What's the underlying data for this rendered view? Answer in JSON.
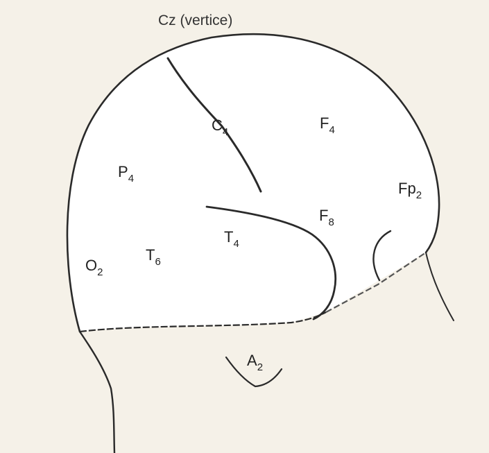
{
  "colors": {
    "background": "#f5f1e8",
    "head_fill": "#ffffff",
    "stroke": "#2a2a2a"
  },
  "labels": {
    "vertex": "Cz (vertice)",
    "c4": {
      "main": "C",
      "sub": "4"
    },
    "f4": {
      "main": "F",
      "sub": "4"
    },
    "p4": {
      "main": "P",
      "sub": "4"
    },
    "fp2": {
      "main": "Fp",
      "sub": "2"
    },
    "f8": {
      "main": "F",
      "sub": "8"
    },
    "t4": {
      "main": "T",
      "sub": "4"
    },
    "t6": {
      "main": "T",
      "sub": "6"
    },
    "o2": {
      "main": "O",
      "sub": "2"
    },
    "a2": {
      "main": "A",
      "sub": "2"
    }
  }
}
